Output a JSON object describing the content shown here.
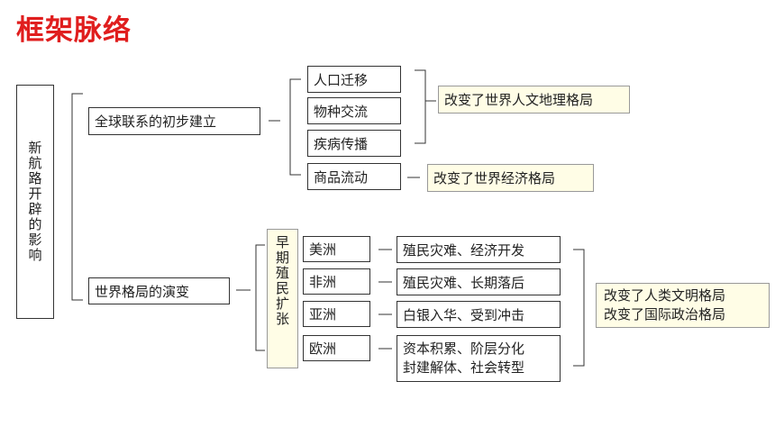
{
  "header": {
    "title": "框架脉络"
  },
  "root": "新航路开辟的影响",
  "branch1": {
    "label": "全球联系的初步建立",
    "items": [
      "人口迁移",
      "物种交流",
      "疾病传播"
    ],
    "items_result": "改变了世界人文地理格局",
    "trade": "商品流动",
    "trade_result": "改变了世界经济格局"
  },
  "branch2": {
    "label": "世界格局的演变",
    "colonial": "早期殖民扩张",
    "regions": [
      "美洲",
      "非洲",
      "亚洲",
      "欧洲"
    ],
    "effects": [
      "殖民灾难、经济开发",
      "殖民灾难、长期落后",
      "白银入华、受到冲击"
    ],
    "europe_effects": [
      "资本积累、阶层分化",
      "封建解体、社会转型"
    ],
    "result": [
      "改变了人类文明格局",
      "改变了国际政治格局"
    ]
  }
}
